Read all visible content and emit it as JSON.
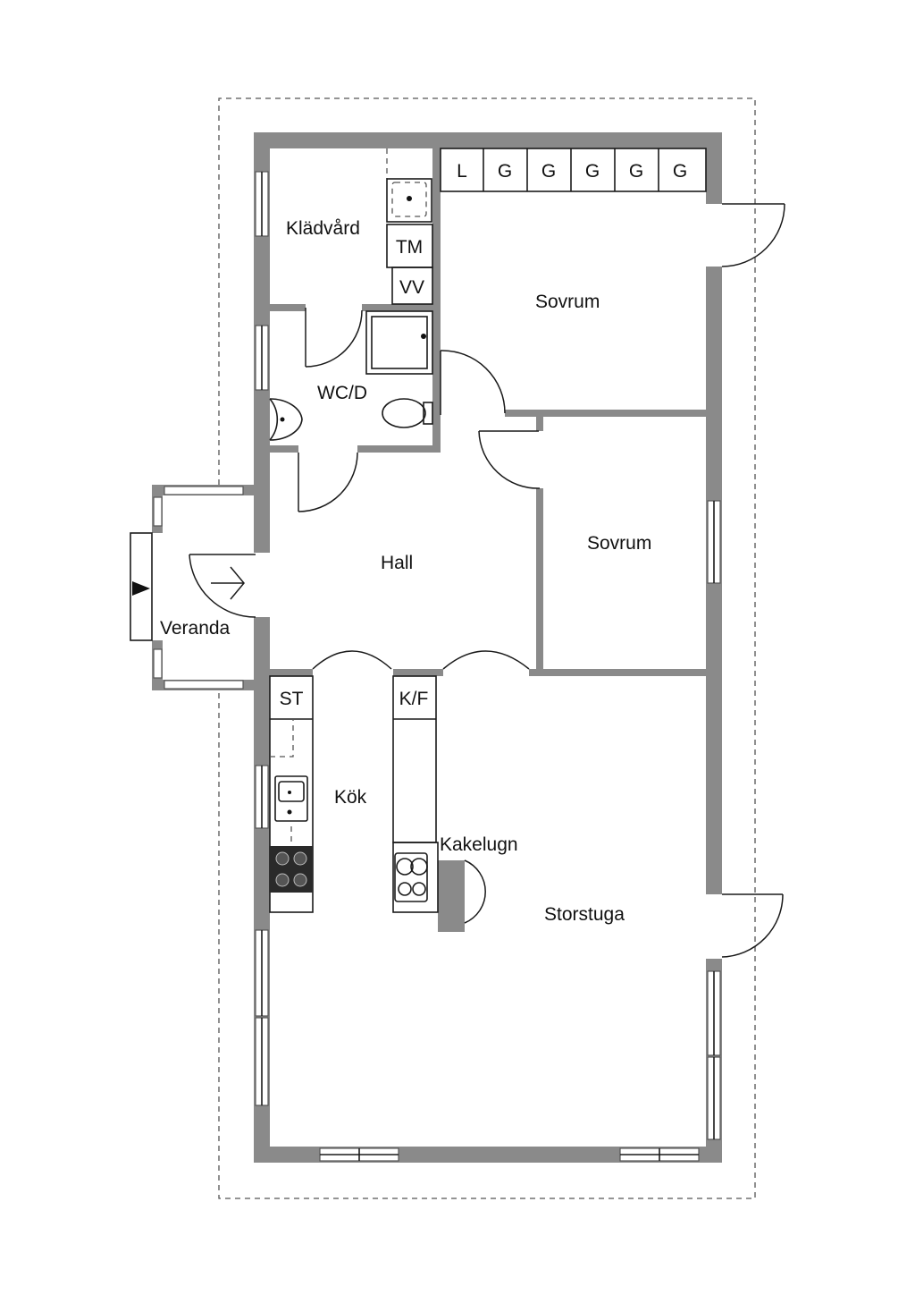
{
  "rooms": {
    "kladvard": "Klädvård",
    "sovrum_1": "Sovrum",
    "wcd": "WC/D",
    "sovrum_2": "Sovrum",
    "hall": "Hall",
    "veranda": "Veranda",
    "kok": "Kök",
    "kakelugn": "Kakelugn",
    "storstuga": "Storstuga"
  },
  "fixtures": {
    "wardrobes": [
      "L",
      "G",
      "G",
      "G",
      "G",
      "G"
    ],
    "tm": "TM",
    "vv": "VV",
    "st": "ST",
    "kf": "K/F"
  },
  "colors": {
    "wall": "#8a8a8a",
    "line": "#1a1a1a",
    "background": "#ffffff"
  }
}
